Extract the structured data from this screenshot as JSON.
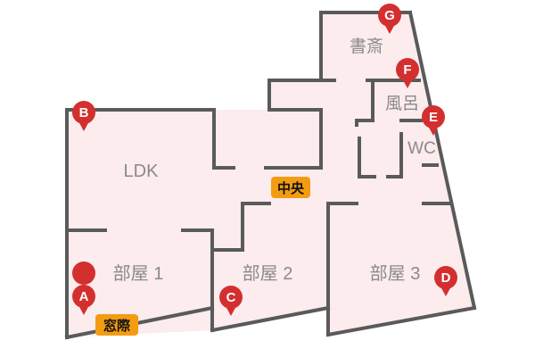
{
  "colors": {
    "floor": "#fcecee",
    "wall": "#5a5a5a",
    "marker": "#d32f2f",
    "badge": "#f39c12",
    "label": "#8a8a8a"
  },
  "rooms": {
    "ldk": "LDK",
    "room1": "部屋 1",
    "room2": "部屋 2",
    "room3": "部屋 3",
    "study": "書斎",
    "bath": "風呂",
    "wc": "WC"
  },
  "markers": {
    "a": "A",
    "b": "B",
    "c": "C",
    "d": "D",
    "e": "E",
    "f": "F",
    "g": "G"
  },
  "badges": {
    "center": "中央",
    "window": "窓際"
  }
}
